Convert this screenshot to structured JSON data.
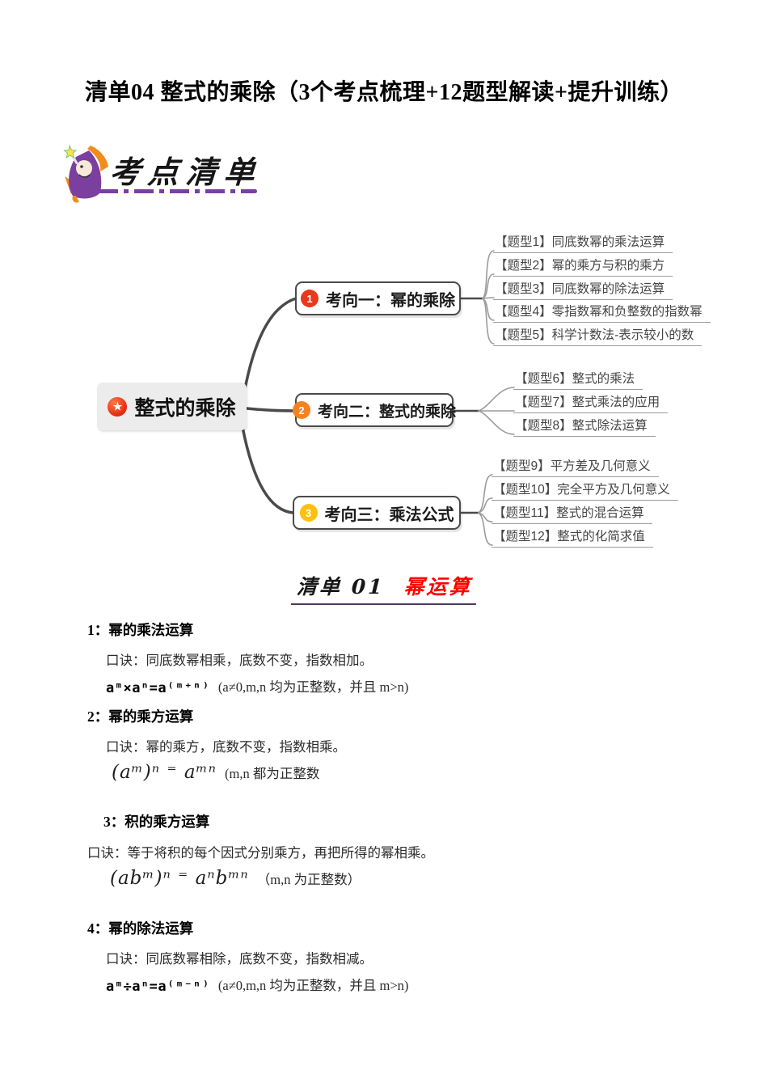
{
  "title": "清单04 整式的乘除（3个考点梳理+12题型解读+提升训练）",
  "banner": {
    "label": "考点清单"
  },
  "mindmap": {
    "root_label": "整式的乘除",
    "branches": [
      {
        "badge": "1",
        "label": "考向一：幂的乘除",
        "badge_color": "#e8391d"
      },
      {
        "badge": "2",
        "label": "考向二：整式的乘除",
        "badge_color": "#f5821f"
      },
      {
        "badge": "3",
        "label": "考向三：乘法公式",
        "badge_color": "#fdc00f"
      }
    ],
    "topics": [
      "【题型1】同底数幂的乘法运算",
      "【题型2】幂的乘方与积的乘方",
      "【题型3】同底数幂的除法运算",
      "【题型4】零指数幂和负整数的指数幂",
      "【题型5】科学计数法-表示较小的数",
      "【题型6】整式的乘法",
      "【题型7】整式乘法的应用",
      "【题型8】整式除法运算",
      "【题型9】平方差及几何意义",
      "【题型10】完全平方及几何意义",
      "【题型11】整式的混合运算",
      "【题型12】整式的化简求值"
    ]
  },
  "list_heading": {
    "black": "清单 01",
    "red": "幂运算"
  },
  "sections": [
    {
      "title": "1：幂的乘法运算",
      "koujue": "口诀：同底数幂相乘，底数不变，指数相加。",
      "formula": "aᵐ×aⁿ=a⁽ᵐ⁺ⁿ⁾",
      "note": "(a≠0,m,n 均为正整数，并且 m>n)"
    },
    {
      "title": "2：幂的乘方运算",
      "koujue": "口诀：幂的乘方，底数不变，指数相乘。",
      "formula": "(aᵐ)ⁿ ⁼ aᵐⁿ",
      "note": "(m,n 都为正整数"
    },
    {
      "title": "3：积的乘方运算",
      "koujue": "口诀：等于将积的每个因式分别乘方，再把所得的幂相乘。",
      "formula": "(abᵐ)ⁿ ⁼ aⁿbᵐⁿ",
      "note": "（m,n 为正整数）"
    },
    {
      "title": "4：幂的除法运算",
      "koujue": "口诀：同底数幂相除，底数不变，指数相减。",
      "formula": "aᵐ÷aⁿ=a⁽ᵐ⁻ⁿ⁾",
      "note": "(a≠0,m,n 均为正整数，并且 m>n)"
    }
  ],
  "colors": {
    "branch_line": "#4a4a4a",
    "leaf_line": "#9b9b9b",
    "banner_purple": "#7b3fa0",
    "heading_red": "#ff0000"
  }
}
